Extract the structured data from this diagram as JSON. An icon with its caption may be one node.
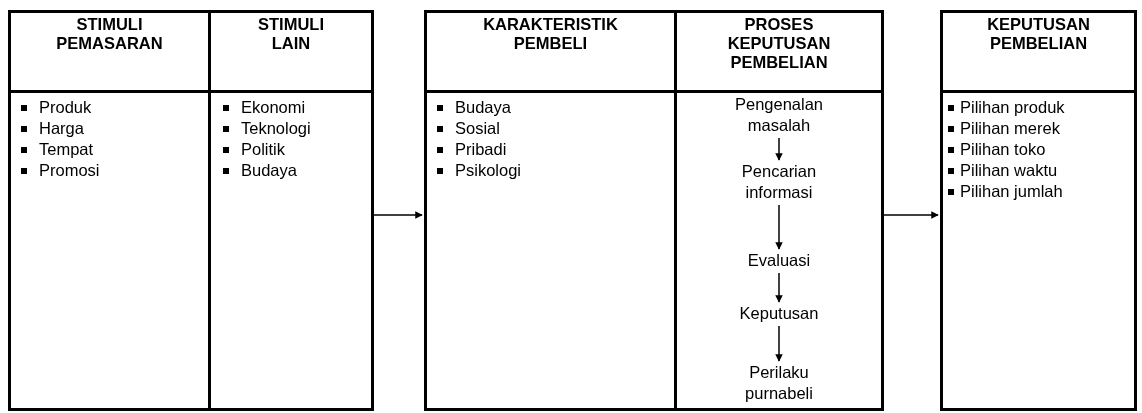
{
  "diagram": {
    "nodes": [
      {
        "text": [],
        "shape": "box"
      },
      {
        "text": [
          "STIMULI PEMASARAN"
        ],
        "in": 0
      },
      {
        "text": [
          "STIMULI LAIN"
        ],
        "in": 0
      },
      {
        "text": [
          "Produk",
          "Harga",
          "Tempat",
          "Promosi"
        ],
        "in": 0
      },
      {
        "text": [
          "Ekonomi",
          "Teknologi",
          "Politik",
          "Budaya"
        ],
        "in": 0
      },
      {
        "text": [],
        "shape": "box"
      },
      {
        "text": [
          "KARAKTERISTIK PEMBELI"
        ],
        "in": 5
      },
      {
        "text": [
          "PROSES KEPUTUSAN PEMBELIAN"
        ],
        "in": 5
      },
      {
        "text": [
          "Budaya",
          "Sosial",
          "Pribadi",
          "Psikologi"
        ],
        "in": 5
      },
      {
        "text": [],
        "shape": "box",
        "in": 5
      },
      {
        "text": [
          "Pengenalan masalah"
        ],
        "in": 9
      },
      {
        "text": [
          "Pencarian informasi"
        ],
        "in": 9
      },
      {
        "text": [
          "Evaluasi"
        ],
        "in": 9
      },
      {
        "text": [
          "Keputusan"
        ],
        "in": 9
      },
      {
        "text": [
          "Perilaku purnabeli"
        ],
        "in": 9
      },
      {
        "text": [],
        "shape": "box"
      },
      {
        "text": [
          "KEPUTUSAN PEMBELIAN"
        ],
        "in": 15
      },
      {
        "text": [
          "Pilihan produk",
          "Pilihan merek",
          "Pilihan toko",
          "Pilihan waktu",
          "Pilihan jumlah"
        ],
        "in": 15
      }
    ],
    "edges": [
      {
        "from": 0,
        "to": 5,
        "arrow": "to"
      },
      {
        "from": 5,
        "to": 15,
        "arrow": "to"
      },
      {
        "from": 10,
        "to": 11,
        "arrow": "to"
      },
      {
        "from": 11,
        "to": 12,
        "arrow": "to"
      },
      {
        "from": 12,
        "to": 13,
        "arrow": "to"
      },
      {
        "from": 13,
        "to": 14,
        "arrow": "to"
      }
    ]
  }
}
